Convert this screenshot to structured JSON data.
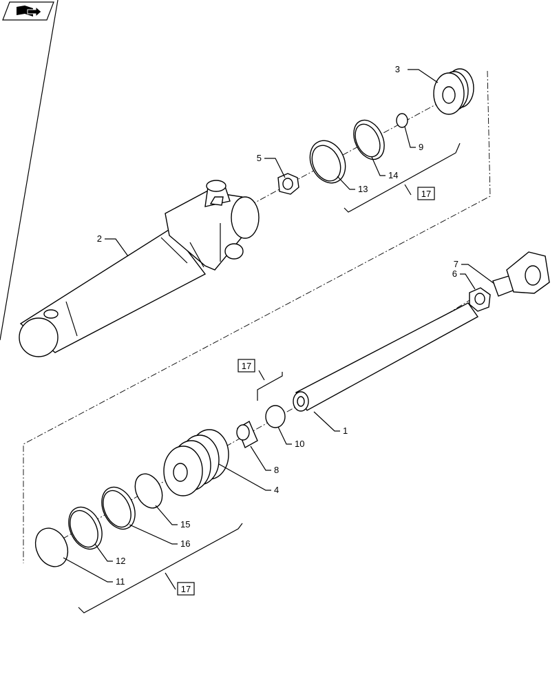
{
  "nav_icon": "book-arrow-icon",
  "callouts": {
    "c1": "1",
    "c2": "2",
    "c3": "3",
    "c4": "4",
    "c5": "5",
    "c6": "6",
    "c7": "7",
    "c8": "8",
    "c9": "9",
    "c10": "10",
    "c11": "11",
    "c12": "12",
    "c13": "13",
    "c14": "14",
    "c15": "15",
    "c16": "16"
  },
  "ref_boxes": {
    "top": "17",
    "middle": "17",
    "bottom": "17"
  }
}
